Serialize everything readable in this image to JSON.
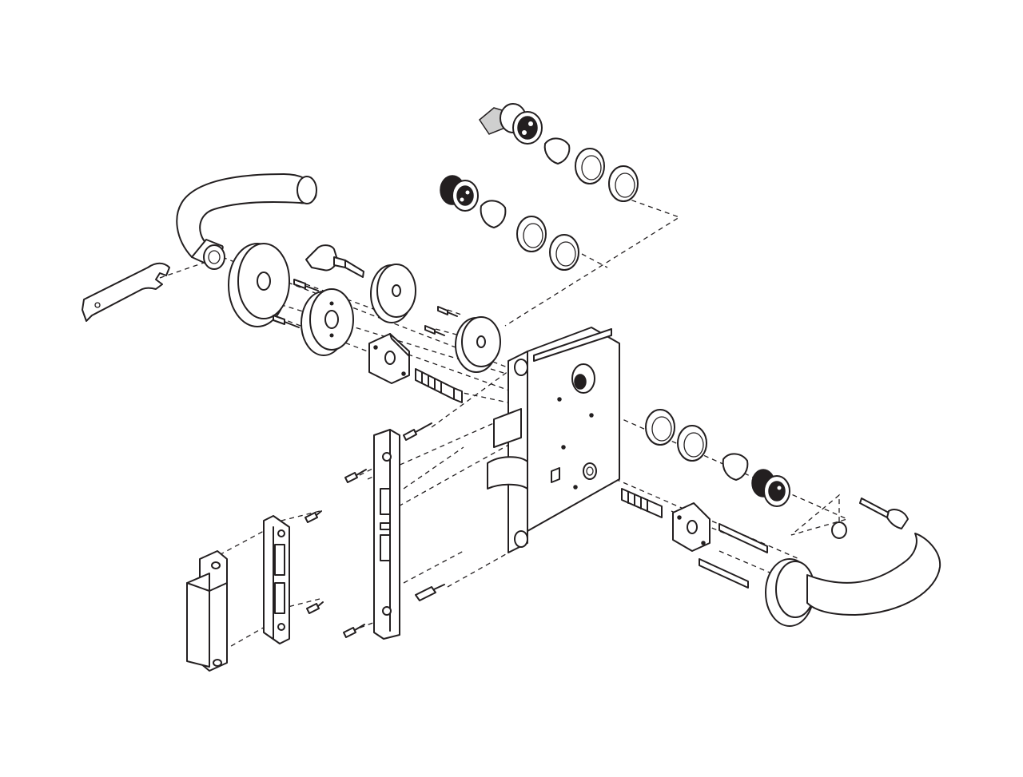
{
  "diagram": {
    "type": "exploded-assembly",
    "subject": "mortise-lock",
    "label_text": [],
    "parts": [
      {
        "name": "outside-lever-handle"
      },
      {
        "name": "spanner-wrench"
      },
      {
        "name": "outside-rose"
      },
      {
        "name": "rose-trim-ring"
      },
      {
        "name": "thumb-turn"
      },
      {
        "name": "turn-rose"
      },
      {
        "name": "cylinder-rose"
      },
      {
        "name": "ic-core-cylinder"
      },
      {
        "name": "mortise-cylinder"
      },
      {
        "name": "cylinder-rings"
      },
      {
        "name": "cam-washers"
      },
      {
        "name": "lock-body-case"
      },
      {
        "name": "spindle-outside"
      },
      {
        "name": "spindle-inside"
      },
      {
        "name": "mounting-plate-outside"
      },
      {
        "name": "mounting-plate-inside"
      },
      {
        "name": "armor-front-faceplate"
      },
      {
        "name": "strike-plate"
      },
      {
        "name": "strike-box"
      },
      {
        "name": "wood-screws"
      },
      {
        "name": "machine-screws"
      },
      {
        "name": "through-bolts"
      },
      {
        "name": "inside-lever-handle"
      },
      {
        "name": "emergency-key"
      }
    ],
    "colors": {
      "line": "#231f20",
      "background": "#ffffff",
      "shade": "#cfcfcf"
    }
  }
}
